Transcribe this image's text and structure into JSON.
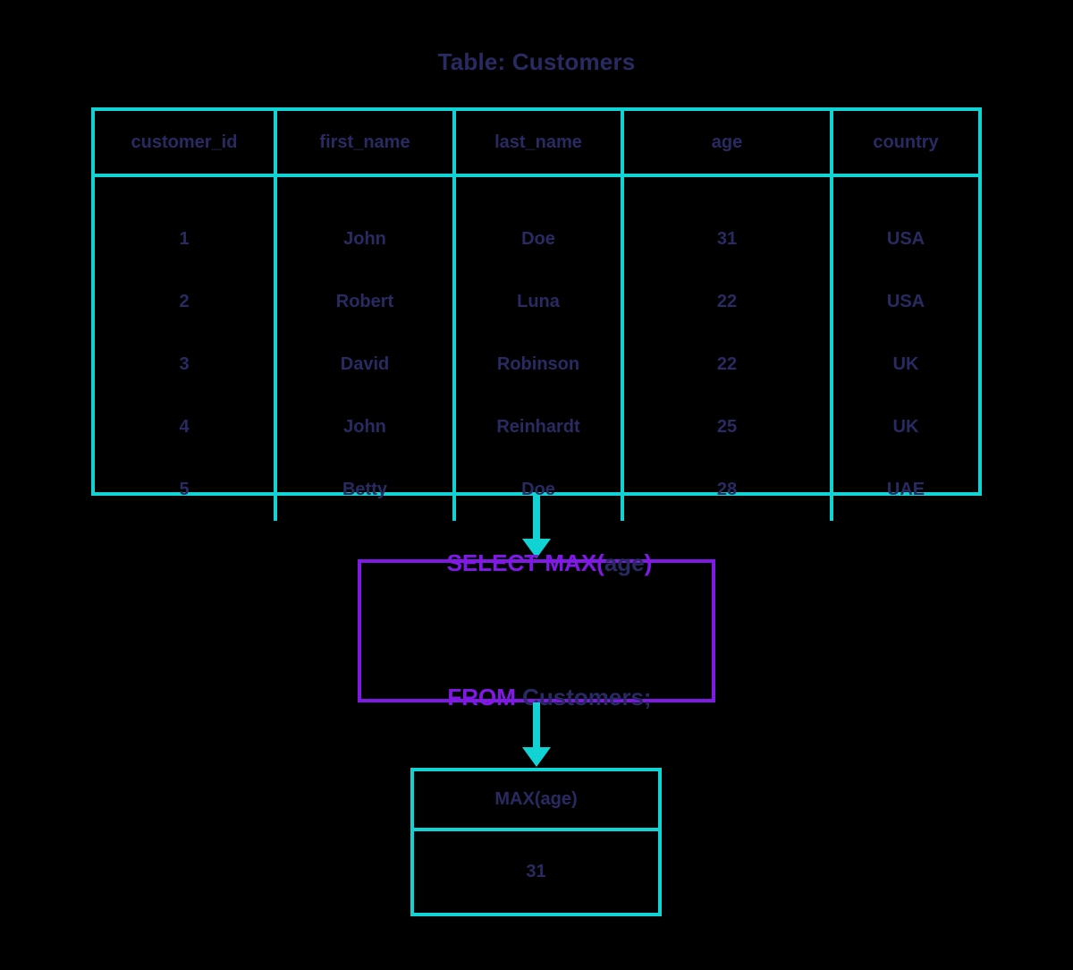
{
  "title": "Table: Customers",
  "source_table": {
    "columns": [
      "customer_id",
      "first_name",
      "last_name",
      "age",
      "country"
    ],
    "rows": [
      {
        "customer_id": "1",
        "first_name": "John",
        "last_name": "Doe",
        "age": "31",
        "country": "USA"
      },
      {
        "customer_id": "2",
        "first_name": "Robert",
        "last_name": "Luna",
        "age": "22",
        "country": "USA"
      },
      {
        "customer_id": "3",
        "first_name": "David",
        "last_name": "Robinson",
        "age": "22",
        "country": "UK"
      },
      {
        "customer_id": "4",
        "first_name": "John",
        "last_name": "Reinhardt",
        "age": "25",
        "country": "UK"
      },
      {
        "customer_id": "5",
        "first_name": "Betty",
        "last_name": "Doe",
        "age": "28",
        "country": "UAE"
      }
    ]
  },
  "query": {
    "line1_keyword": "SELECT MAX(",
    "line1_identifier": "age",
    "line1_close": ")",
    "line2_keyword": "FROM ",
    "line2_identifier": "Customers;"
  },
  "result_table": {
    "header": "MAX(age)",
    "value": "31"
  },
  "arrows": {
    "table_to_query": "down-arrow-icon",
    "query_to_result": "down-arrow-icon"
  },
  "colors": {
    "background": "#000000",
    "table_border": "#12d3d3",
    "text": "#2a2a63",
    "keyword": "#8019e6",
    "query_border": "#8019e6",
    "arrow": "#12d3d3"
  }
}
